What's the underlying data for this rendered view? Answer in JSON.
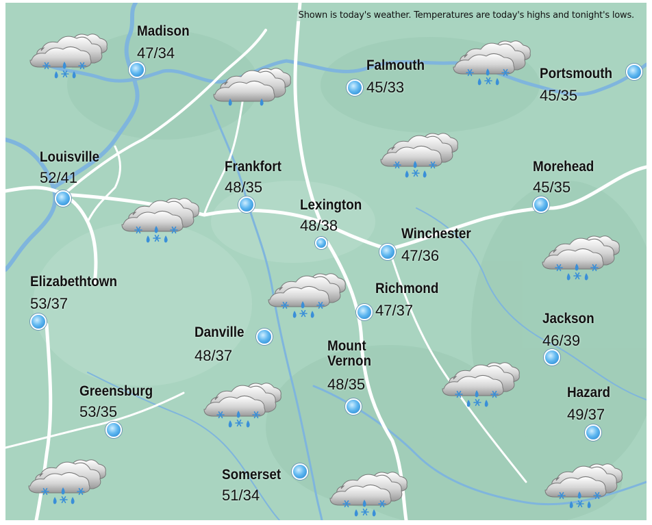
{
  "caption": "Shown is today's weather. Temperatures are today's highs and tonight's lows.",
  "cities": {
    "madison": {
      "name": "Madison",
      "temps": "47/34"
    },
    "louisville": {
      "name": "Louisville",
      "temps": "52/41"
    },
    "frankfort": {
      "name": "Frankfort",
      "temps": "48/35"
    },
    "falmouth": {
      "name": "Falmouth",
      "temps": "45/33"
    },
    "portsmouth": {
      "name": "Portsmouth",
      "temps": "45/35"
    },
    "morehead": {
      "name": "Morehead",
      "temps": "45/35"
    },
    "lexington": {
      "name": "Lexington",
      "temps": "48/38"
    },
    "winchester": {
      "name": "Winchester",
      "temps": "47/36"
    },
    "elizabethtown": {
      "name": "Elizabethtown",
      "temps": "53/37"
    },
    "richmond": {
      "name": "Richmond",
      "temps": "47/37"
    },
    "danville": {
      "name": "Danville",
      "temps": "48/37"
    },
    "jackson": {
      "name": "Jackson",
      "temps": "46/39"
    },
    "mount_vernon": {
      "name_line1": "Mount",
      "name_line2": "Vernon",
      "temps": "48/35"
    },
    "greensburg": {
      "name": "Greensburg",
      "temps": "53/35"
    },
    "hazard": {
      "name": "Hazard",
      "temps": "49/37"
    },
    "somerset": {
      "name": "Somerset",
      "temps": "51/34"
    }
  },
  "weather_icons": {
    "rain": "rain-cloud-icon",
    "mix": "rain-snow-mix-cloud-icon"
  },
  "colors": {
    "land": "#a9d4c0",
    "roads": "#ffffff",
    "rivers": "#7fb5dd",
    "marker": "#3a9ae6"
  }
}
